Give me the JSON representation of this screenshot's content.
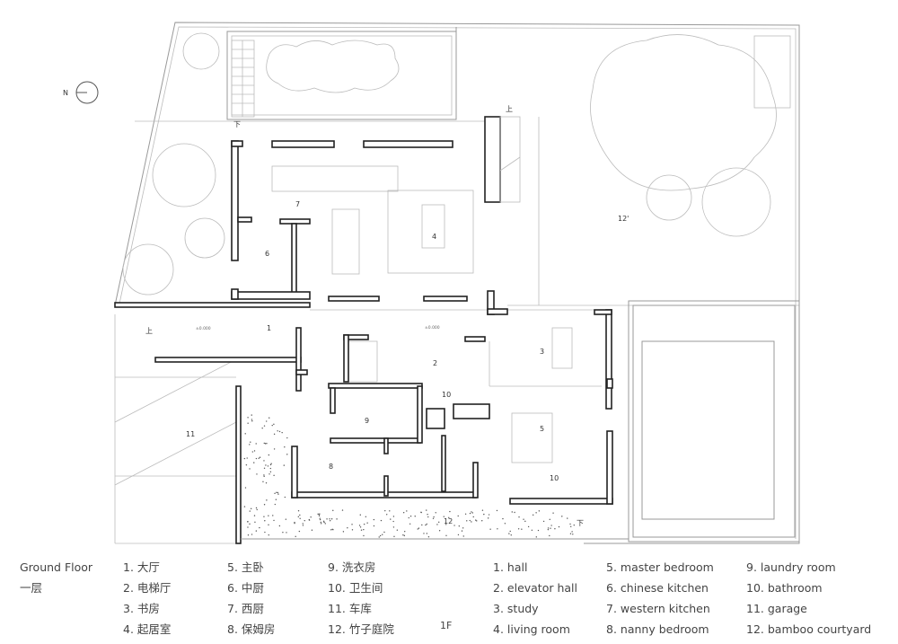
{
  "plan": {
    "north_label": "N",
    "rooms": [
      {
        "num": "1"
      },
      {
        "num": "2"
      },
      {
        "num": "3"
      },
      {
        "num": "4"
      },
      {
        "num": "5"
      },
      {
        "num": "6"
      },
      {
        "num": "7"
      },
      {
        "num": "8"
      },
      {
        "num": "9"
      },
      {
        "num": "10"
      },
      {
        "num": "10"
      },
      {
        "num": "11"
      },
      {
        "num": "12"
      },
      {
        "num": "12'"
      }
    ],
    "stair_up": "上",
    "stair_down": "下",
    "elevations": [
      "±0.000",
      "±0.000"
    ]
  },
  "legend": {
    "title_en": "Ground Floor",
    "title_cn": "一层",
    "floor_tag": "1F",
    "cn_items": [
      "1. 大厅",
      "2. 电梯厅",
      "3. 书房",
      "4. 起居室",
      "5. 主卧",
      "6. 中厨",
      "7. 西厨",
      "8. 保姆房",
      "9. 洗衣房",
      "10. 卫生间",
      "11. 车库",
      "12. 竹子庭院"
    ],
    "en_items": [
      "1. hall",
      "2. elevator hall",
      "3. study",
      "4. living room",
      "5. master bedroom",
      "6. chinese kitchen",
      "7. western kitchen",
      "8. nanny bedroom",
      "9. laundry room",
      "10. bathroom",
      "11. garage",
      "12. bamboo courtyard"
    ]
  }
}
